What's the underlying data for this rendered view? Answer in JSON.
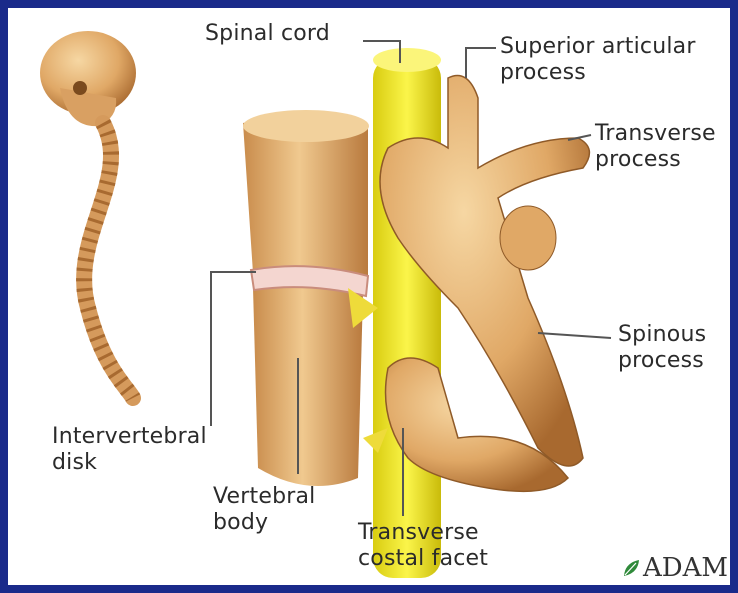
{
  "labels": {
    "spinal_cord": "Spinal cord",
    "superior_articular_1": "Superior articular",
    "superior_articular_2": "process",
    "transverse_process_1": "Transverse",
    "transverse_process_2": "process",
    "spinous_process_1": "Spinous",
    "spinous_process_2": "process",
    "intervertebral_disk_1": "Intervertebral",
    "intervertebral_disk_2": "disk",
    "vertebral_body_1": "Vertebral",
    "vertebral_body_2": "body",
    "transverse_costal_facet_1": "Transverse",
    "transverse_costal_facet_2": "costal facet"
  },
  "logo": {
    "text": "ADAM"
  },
  "colors": {
    "border": "#1a2a8a",
    "bone": "#e8b77a",
    "bone_shadow": "#b97a3e",
    "spinal_cord": "#f2ea1c",
    "disk": "#f4d6d0"
  }
}
